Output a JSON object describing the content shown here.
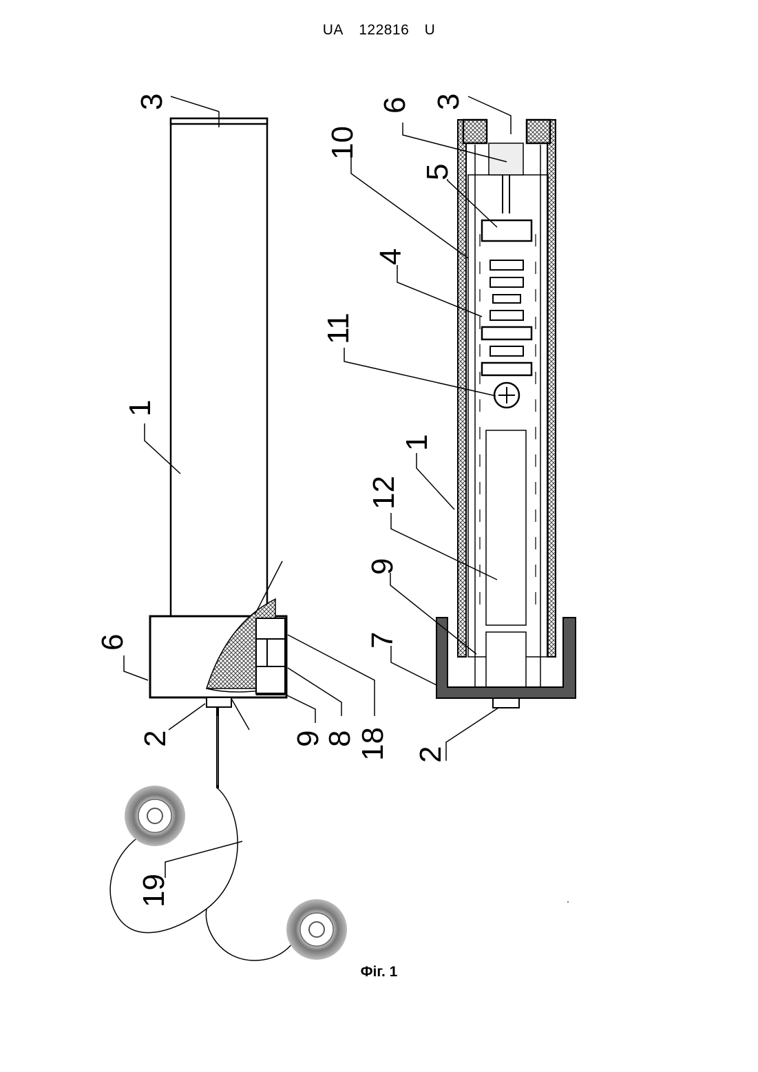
{
  "header": {
    "country": "UA",
    "number": "122816",
    "kind": "U"
  },
  "figure": {
    "caption": "Фіг. 1"
  },
  "left_view": {
    "labels": {
      "l3": "3",
      "l1": "1",
      "l6": "6",
      "l2": "2",
      "l9": "9",
      "l8": "8",
      "l18": "18",
      "l19": "19"
    }
  },
  "right_view": {
    "labels": {
      "l3": "3",
      "l6": "6",
      "l10": "10",
      "l5": "5",
      "l4": "4",
      "l11": "11",
      "l1": "1",
      "l12": "12",
      "l9": "9",
      "l7": "7",
      "l2": "2"
    }
  }
}
